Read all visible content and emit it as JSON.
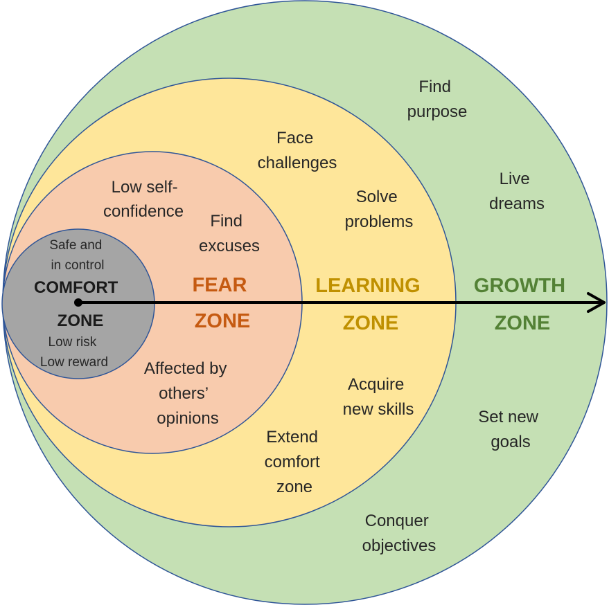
{
  "colors": {
    "growth_fill": "#c5e0b4",
    "learning_fill": "#fee69a",
    "fear_fill": "#f8cbad",
    "comfort_fill": "#a5a5a5",
    "outline": "#2f5597",
    "fear_title": "#c55a11",
    "learning_title": "#bf9000",
    "growth_title": "#538135",
    "arrow": "#000000"
  },
  "zones": {
    "comfort": {
      "title_line1": "COMFORT",
      "title_line2": "ZONE",
      "note_top_line1": "Safe and",
      "note_top_line2": "in control",
      "note_bottom_line1": "Low risk",
      "note_bottom_line2": "Low reward"
    },
    "fear": {
      "title_line1": "FEAR",
      "title_line2": "ZONE",
      "phrase1_line1": "Low self-",
      "phrase1_line2": "confidence",
      "phrase2_line1": "Find",
      "phrase2_line2": "excuses",
      "phrase3_line1": "Affected by",
      "phrase3_line2": "others’",
      "phrase3_line3": "opinions"
    },
    "learning": {
      "title_line1": "LEARNING",
      "title_line2": "ZONE",
      "phrase1_line1": "Face",
      "phrase1_line2": "challenges",
      "phrase2_line1": "Solve",
      "phrase2_line2": "problems",
      "phrase3_line1": "Acquire",
      "phrase3_line2": "new skills",
      "phrase4_line1": "Extend",
      "phrase4_line2": "comfort",
      "phrase4_line3": "zone"
    },
    "growth": {
      "title_line1": "GROWTH",
      "title_line2": "ZONE",
      "phrase1_line1": "Find",
      "phrase1_line2": "purpose",
      "phrase2_line1": "Live",
      "phrase2_line2": "dreams",
      "phrase3_line1": "Set new",
      "phrase3_line2": "goals",
      "phrase4_line1": "Conquer",
      "phrase4_line2": "objectives"
    }
  }
}
